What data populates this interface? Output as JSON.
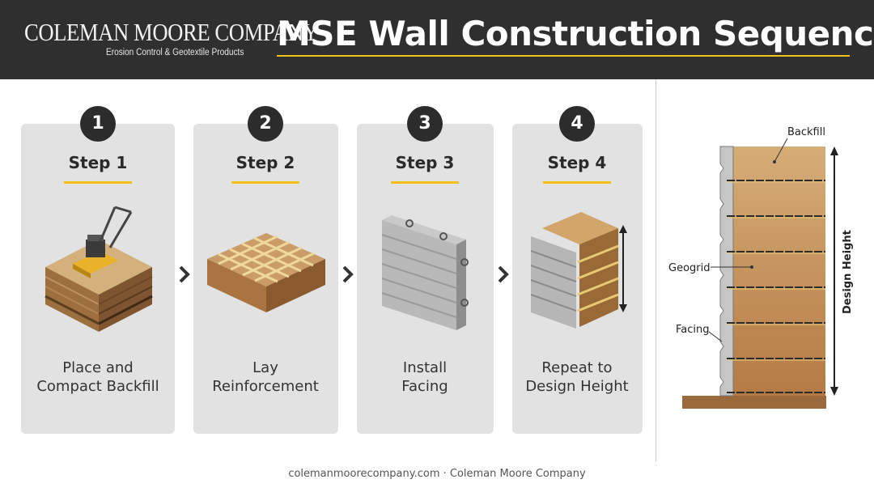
{
  "header": {
    "company_name": "COLEMAN MOORE COMPANY",
    "company_tagline": "Erosion Control & Geotextile Products",
    "title": "MSE Wall Construction Sequence"
  },
  "steps": [
    {
      "number": "1",
      "label": "Step 1",
      "line1": "Place and",
      "line2": "Compact Backfill"
    },
    {
      "number": "2",
      "label": "Step 2",
      "line1": "Lay",
      "line2": "Reinforcement"
    },
    {
      "number": "3",
      "label": "Step 3",
      "line1": "Install",
      "line2": "Facing"
    },
    {
      "number": "4",
      "label": "Step 4",
      "line1": "Repeat to",
      "line2": "Design Height"
    }
  ],
  "cross_section": {
    "backfill_label": "Backfill",
    "geogrid_label": "Geogrid",
    "facing_label": "Facing",
    "height_label": "Design Height"
  },
  "footer": {
    "text": "colemanmoorecompany.com · Coleman Moore Company"
  },
  "colors": {
    "header_bg": "#2f2f2f",
    "accent": "#f2c21b",
    "card_bg": "#e2e2e2",
    "soil": "#c89a64",
    "geogrid": "#e8c87a"
  }
}
